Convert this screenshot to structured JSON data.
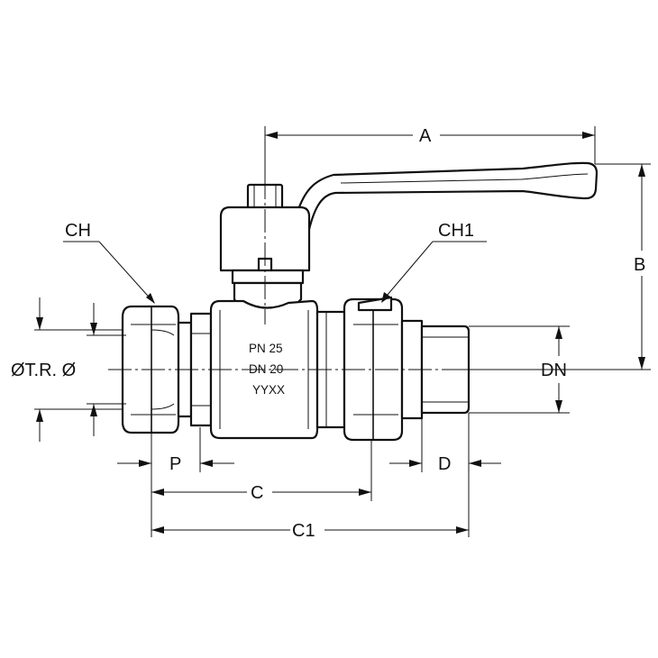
{
  "dimensions": {
    "a": "A",
    "b": "B",
    "c": "C",
    "c1": "C1",
    "d": "D",
    "p": "P",
    "ch": "CH",
    "ch1": "CH1",
    "dn": "DN",
    "tube": "ØT.R. Ø"
  },
  "body_marking": {
    "line1": "PN 25",
    "line2": "DN 20",
    "line3": "YYXX"
  },
  "colors": {
    "line": "#111111",
    "background": "#ffffff"
  }
}
